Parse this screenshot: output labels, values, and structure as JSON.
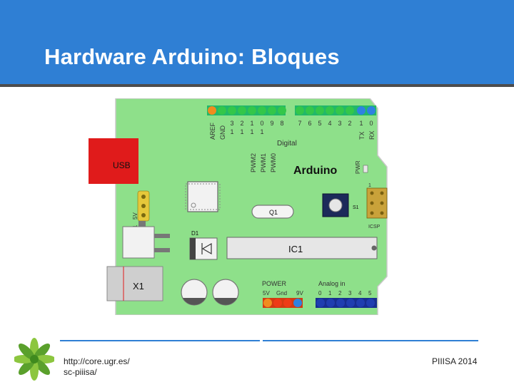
{
  "slide": {
    "title": "Hardware Arduino: Bloques",
    "url_line1": "http://core.ugr.es/",
    "url_line2": "sc-piiisa/",
    "credit": "PIIISA 2014"
  },
  "board": {
    "digital_pins_left": [
      "AREF",
      "GND",
      "13",
      "12",
      "11",
      "10",
      "9",
      "8"
    ],
    "digital_pins_right": [
      "7",
      "6",
      "5",
      "4",
      "3",
      "2",
      "1",
      "0"
    ],
    "tx_label": "TX",
    "rx_label": "RX",
    "digital_label": "Digital",
    "pwm_labels": [
      "PWM2",
      "PWM1",
      "PWM0"
    ],
    "brand": "Arduino",
    "pwr_label": "PWR",
    "usb_label": "USB",
    "v5_label": "5V",
    "v1_label": "1",
    "s1_label": "S1",
    "icsp_label": "ICSP",
    "icsp_pin_label": "1",
    "q1_label": "Q1",
    "d1_label": "D1",
    "ic1_label": "IC1",
    "x1_label": "X1",
    "power_label": "POWER",
    "power_pins": [
      "5V",
      "Gnd",
      "9V"
    ],
    "analog_label": "Analog in",
    "analog_pins": [
      "0",
      "1",
      "2",
      "3",
      "4",
      "5"
    ],
    "colors": {
      "board": "#8ee08a",
      "usb": "#e01b1b",
      "pin_orange": "#f08c1e",
      "pin_green": "#34c74a",
      "pin_teal": "#1fb890",
      "pin_blue": "#2f82e0",
      "pin_navy": "#1f3fb0",
      "pin_red": "#ee3b16"
    }
  }
}
